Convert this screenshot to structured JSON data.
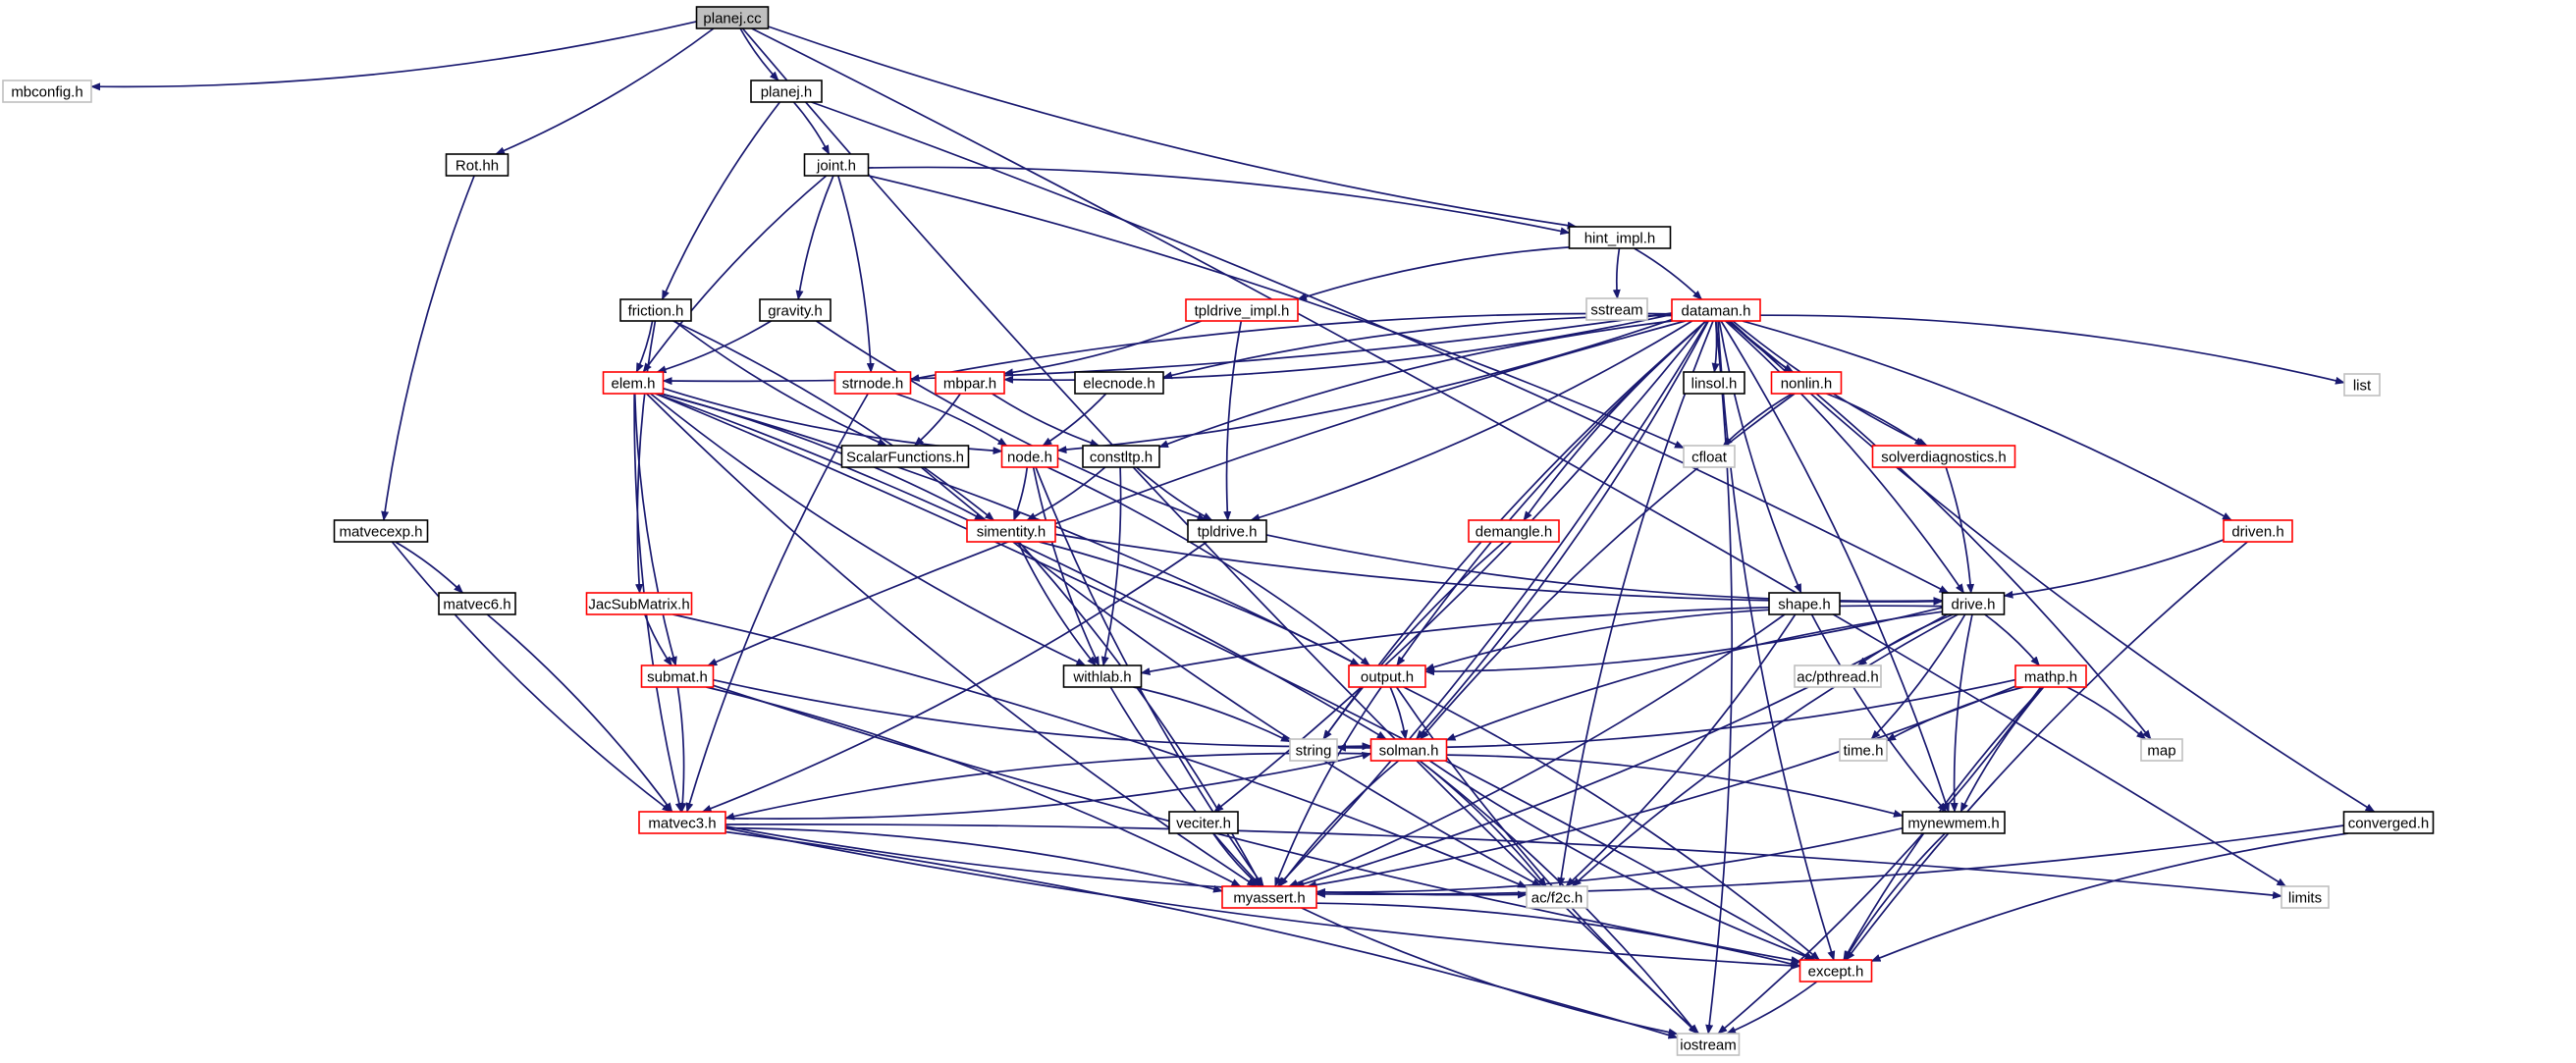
{
  "diagram": {
    "type": "include-dependency-graph",
    "colors": {
      "edge": "#191970",
      "root_fill": "#bfbfbf",
      "root_border": "#000000",
      "documented_border": "#000000",
      "incomplete_border": "#ff0000",
      "external_border": "#bfbfbf",
      "external_text": "#555555"
    },
    "nodes": [
      {
        "id": "planej_cc",
        "label": "planej.cc",
        "kind": "root"
      },
      {
        "id": "mbconfig",
        "label": "mbconfig.h",
        "kind": "external"
      },
      {
        "id": "planej_h",
        "label": "planej.h",
        "kind": "documented"
      },
      {
        "id": "rot",
        "label": "Rot.hh",
        "kind": "documented"
      },
      {
        "id": "joint",
        "label": "joint.h",
        "kind": "documented"
      },
      {
        "id": "hint_impl",
        "label": "hint_impl.h",
        "kind": "documented"
      },
      {
        "id": "sstream",
        "label": "sstream",
        "kind": "external"
      },
      {
        "id": "dataman",
        "label": "dataman.h",
        "kind": "incomplete"
      },
      {
        "id": "tpldrive_impl",
        "label": "tpldrive_impl.h",
        "kind": "incomplete"
      },
      {
        "id": "friction",
        "label": "friction.h",
        "kind": "documented"
      },
      {
        "id": "gravity",
        "label": "gravity.h",
        "kind": "documented"
      },
      {
        "id": "elem",
        "label": "elem.h",
        "kind": "incomplete"
      },
      {
        "id": "strnode",
        "label": "strnode.h",
        "kind": "incomplete"
      },
      {
        "id": "mbpar",
        "label": "mbpar.h",
        "kind": "incomplete"
      },
      {
        "id": "elecnode",
        "label": "elecnode.h",
        "kind": "documented"
      },
      {
        "id": "linsol",
        "label": "linsol.h",
        "kind": "documented"
      },
      {
        "id": "nonlin",
        "label": "nonlin.h",
        "kind": "incomplete"
      },
      {
        "id": "list",
        "label": "list",
        "kind": "external"
      },
      {
        "id": "cfloat",
        "label": "cfloat",
        "kind": "external"
      },
      {
        "id": "solverdiag",
        "label": "solverdiagnostics.h",
        "kind": "incomplete"
      },
      {
        "id": "scalarfunc",
        "label": "ScalarFunctions.h",
        "kind": "documented"
      },
      {
        "id": "node",
        "label": "node.h",
        "kind": "incomplete"
      },
      {
        "id": "constltp",
        "label": "constltp.h",
        "kind": "documented"
      },
      {
        "id": "simentity",
        "label": "simentity.h",
        "kind": "incomplete"
      },
      {
        "id": "tpldrive",
        "label": "tpldrive.h",
        "kind": "documented"
      },
      {
        "id": "demangle",
        "label": "demangle.h",
        "kind": "incomplete"
      },
      {
        "id": "driven",
        "label": "driven.h",
        "kind": "incomplete"
      },
      {
        "id": "matvecexp",
        "label": "matvecexp.h",
        "kind": "documented"
      },
      {
        "id": "matvec6",
        "label": "matvec6.h",
        "kind": "documented"
      },
      {
        "id": "jacsub",
        "label": "JacSubMatrix.h",
        "kind": "incomplete"
      },
      {
        "id": "shape",
        "label": "shape.h",
        "kind": "documented"
      },
      {
        "id": "drive",
        "label": "drive.h",
        "kind": "documented"
      },
      {
        "id": "withlab",
        "label": "withlab.h",
        "kind": "documented"
      },
      {
        "id": "output",
        "label": "output.h",
        "kind": "incomplete"
      },
      {
        "id": "acpthread",
        "label": "ac/pthread.h",
        "kind": "external"
      },
      {
        "id": "submat",
        "label": "submat.h",
        "kind": "incomplete"
      },
      {
        "id": "mathp",
        "label": "mathp.h",
        "kind": "incomplete"
      },
      {
        "id": "string",
        "label": "string",
        "kind": "external"
      },
      {
        "id": "solman",
        "label": "solman.h",
        "kind": "incomplete"
      },
      {
        "id": "timeh",
        "label": "time.h",
        "kind": "external"
      },
      {
        "id": "map",
        "label": "map",
        "kind": "external"
      },
      {
        "id": "matvec3",
        "label": "matvec3.h",
        "kind": "incomplete"
      },
      {
        "id": "veciter",
        "label": "veciter.h",
        "kind": "documented"
      },
      {
        "id": "mynewmem",
        "label": "mynewmem.h",
        "kind": "documented"
      },
      {
        "id": "converged",
        "label": "converged.h",
        "kind": "documented"
      },
      {
        "id": "myassert",
        "label": "myassert.h",
        "kind": "incomplete"
      },
      {
        "id": "acf2c",
        "label": "ac/f2c.h",
        "kind": "external"
      },
      {
        "id": "limits",
        "label": "limits",
        "kind": "external"
      },
      {
        "id": "except",
        "label": "except.h",
        "kind": "incomplete"
      },
      {
        "id": "iostream",
        "label": "iostream",
        "kind": "external"
      }
    ],
    "edges": [
      [
        "planej_cc",
        "mbconfig"
      ],
      [
        "planej_cc",
        "planej_h"
      ],
      [
        "planej_cc",
        "rot"
      ],
      [
        "planej_cc",
        "hint_impl"
      ],
      [
        "planej_cc",
        "limits"
      ],
      [
        "planej_cc",
        "iostream"
      ],
      [
        "planej_h",
        "joint"
      ],
      [
        "planej_h",
        "friction"
      ],
      [
        "planej_h",
        "drive"
      ],
      [
        "rot",
        "matvecexp"
      ],
      [
        "joint",
        "hint_impl"
      ],
      [
        "joint",
        "gravity"
      ],
      [
        "joint",
        "strnode"
      ],
      [
        "joint",
        "elem"
      ],
      [
        "joint",
        "cfloat"
      ],
      [
        "hint_impl",
        "sstream"
      ],
      [
        "hint_impl",
        "dataman"
      ],
      [
        "hint_impl",
        "tpldrive_impl"
      ],
      [
        "tpldrive_impl",
        "mbpar"
      ],
      [
        "tpldrive_impl",
        "tpldrive"
      ],
      [
        "friction",
        "elem"
      ],
      [
        "friction",
        "scalarfunc"
      ],
      [
        "friction",
        "simentity"
      ],
      [
        "friction",
        "jacsub"
      ],
      [
        "gravity",
        "elem"
      ],
      [
        "gravity",
        "tpldrive"
      ],
      [
        "dataman",
        "elem"
      ],
      [
        "dataman",
        "strnode"
      ],
      [
        "dataman",
        "mbpar"
      ],
      [
        "dataman",
        "elecnode"
      ],
      [
        "dataman",
        "linsol"
      ],
      [
        "dataman",
        "nonlin"
      ],
      [
        "dataman",
        "list"
      ],
      [
        "dataman",
        "solverdiag"
      ],
      [
        "dataman",
        "node"
      ],
      [
        "dataman",
        "constltp"
      ],
      [
        "dataman",
        "tpldrive"
      ],
      [
        "dataman",
        "demangle"
      ],
      [
        "dataman",
        "driven"
      ],
      [
        "dataman",
        "shape"
      ],
      [
        "dataman",
        "drive"
      ],
      [
        "dataman",
        "converged"
      ],
      [
        "dataman",
        "veciter"
      ],
      [
        "dataman",
        "output"
      ],
      [
        "dataman",
        "solman"
      ],
      [
        "dataman",
        "submat"
      ],
      [
        "dataman",
        "map"
      ],
      [
        "dataman",
        "string"
      ],
      [
        "dataman",
        "myassert"
      ],
      [
        "dataman",
        "except"
      ],
      [
        "dataman",
        "iostream"
      ],
      [
        "dataman",
        "acf2c"
      ],
      [
        "dataman",
        "mynewmem"
      ],
      [
        "elem",
        "node"
      ],
      [
        "elem",
        "simentity"
      ],
      [
        "elem",
        "withlab"
      ],
      [
        "elem",
        "output"
      ],
      [
        "elem",
        "submat"
      ],
      [
        "elem",
        "solman"
      ],
      [
        "elem",
        "myassert"
      ],
      [
        "elem",
        "except"
      ],
      [
        "elem",
        "matvec3"
      ],
      [
        "strnode",
        "node"
      ],
      [
        "strnode",
        "matvec3"
      ],
      [
        "mbpar",
        "scalarfunc"
      ],
      [
        "mbpar",
        "constltp"
      ],
      [
        "elecnode",
        "node"
      ],
      [
        "nonlin",
        "cfloat"
      ],
      [
        "nonlin",
        "solverdiag"
      ],
      [
        "nonlin",
        "solman"
      ],
      [
        "solverdiag",
        "drive"
      ],
      [
        "scalarfunc",
        "acf2c"
      ],
      [
        "node",
        "simentity"
      ],
      [
        "node",
        "withlab"
      ],
      [
        "node",
        "output"
      ],
      [
        "node",
        "myassert"
      ],
      [
        "constltp",
        "simentity"
      ],
      [
        "constltp",
        "tpldrive"
      ],
      [
        "constltp",
        "withlab"
      ],
      [
        "simentity",
        "withlab"
      ],
      [
        "simentity",
        "output"
      ],
      [
        "simentity",
        "drive"
      ],
      [
        "simentity",
        "myassert"
      ],
      [
        "tpldrive",
        "drive"
      ],
      [
        "tpldrive",
        "matvec3"
      ],
      [
        "demangle",
        "string"
      ],
      [
        "driven",
        "drive"
      ],
      [
        "driven",
        "except"
      ],
      [
        "matvecexp",
        "matvec6"
      ],
      [
        "matvecexp",
        "matvec3"
      ],
      [
        "matvec6",
        "matvec3"
      ],
      [
        "jacsub",
        "submat"
      ],
      [
        "jacsub",
        "acf2c"
      ],
      [
        "shape",
        "output"
      ],
      [
        "shape",
        "myassert"
      ],
      [
        "shape",
        "mynewmem"
      ],
      [
        "shape",
        "acf2c"
      ],
      [
        "drive",
        "withlab"
      ],
      [
        "drive",
        "output"
      ],
      [
        "drive",
        "acpthread"
      ],
      [
        "drive",
        "mathp"
      ],
      [
        "drive",
        "solman"
      ],
      [
        "drive",
        "timeh"
      ],
      [
        "drive",
        "mynewmem"
      ],
      [
        "drive",
        "myassert"
      ],
      [
        "drive",
        "acf2c"
      ],
      [
        "withlab",
        "string"
      ],
      [
        "withlab",
        "myassert"
      ],
      [
        "output",
        "solman"
      ],
      [
        "output",
        "myassert"
      ],
      [
        "output",
        "except"
      ],
      [
        "output",
        "iostream"
      ],
      [
        "submat",
        "matvec3"
      ],
      [
        "submat",
        "solman"
      ],
      [
        "submat",
        "myassert"
      ],
      [
        "submat",
        "except"
      ],
      [
        "mathp",
        "string"
      ],
      [
        "mathp",
        "timeh"
      ],
      [
        "mathp",
        "map"
      ],
      [
        "mathp",
        "mynewmem"
      ],
      [
        "mathp",
        "myassert"
      ],
      [
        "mathp",
        "except"
      ],
      [
        "mathp",
        "iostream"
      ],
      [
        "solman",
        "matvec3"
      ],
      [
        "solman",
        "mynewmem"
      ],
      [
        "solman",
        "myassert"
      ],
      [
        "solman",
        "acf2c"
      ],
      [
        "solman",
        "except"
      ],
      [
        "solman",
        "iostream"
      ],
      [
        "matvec3",
        "solman"
      ],
      [
        "matvec3",
        "myassert"
      ],
      [
        "matvec3",
        "acf2c"
      ],
      [
        "matvec3",
        "limits"
      ],
      [
        "matvec3",
        "except"
      ],
      [
        "matvec3",
        "iostream"
      ],
      [
        "veciter",
        "myassert"
      ],
      [
        "mynewmem",
        "myassert"
      ],
      [
        "mynewmem",
        "except"
      ],
      [
        "converged",
        "myassert"
      ],
      [
        "converged",
        "except"
      ],
      [
        "myassert",
        "except"
      ],
      [
        "myassert",
        "iostream"
      ],
      [
        "except",
        "iostream"
      ]
    ]
  }
}
